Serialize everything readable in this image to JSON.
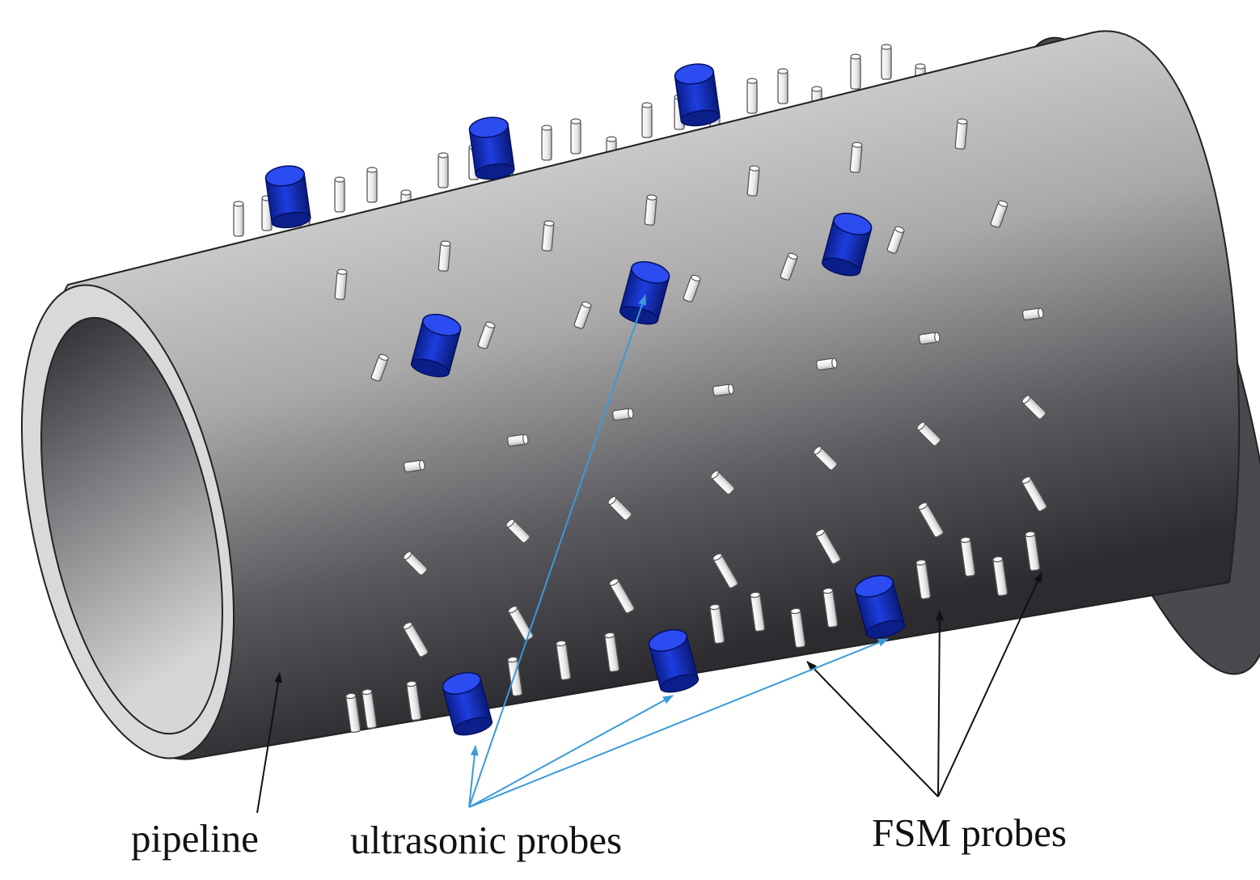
{
  "diagram": {
    "labels": {
      "pipeline": "pipeline",
      "ultrasonic_probes": "ultrasonic probes",
      "fsm_probes": "FSM probes"
    },
    "colors": {
      "pipe_light": "#c8c8c8",
      "pipe_dark": "#2b2a2e",
      "ultrasonic_probe": "#1230c8",
      "fsm_probe": "#f2f2f2",
      "ultrasonic_arrow": "#3a9ad9",
      "annotation_arrow": "#111111"
    }
  }
}
